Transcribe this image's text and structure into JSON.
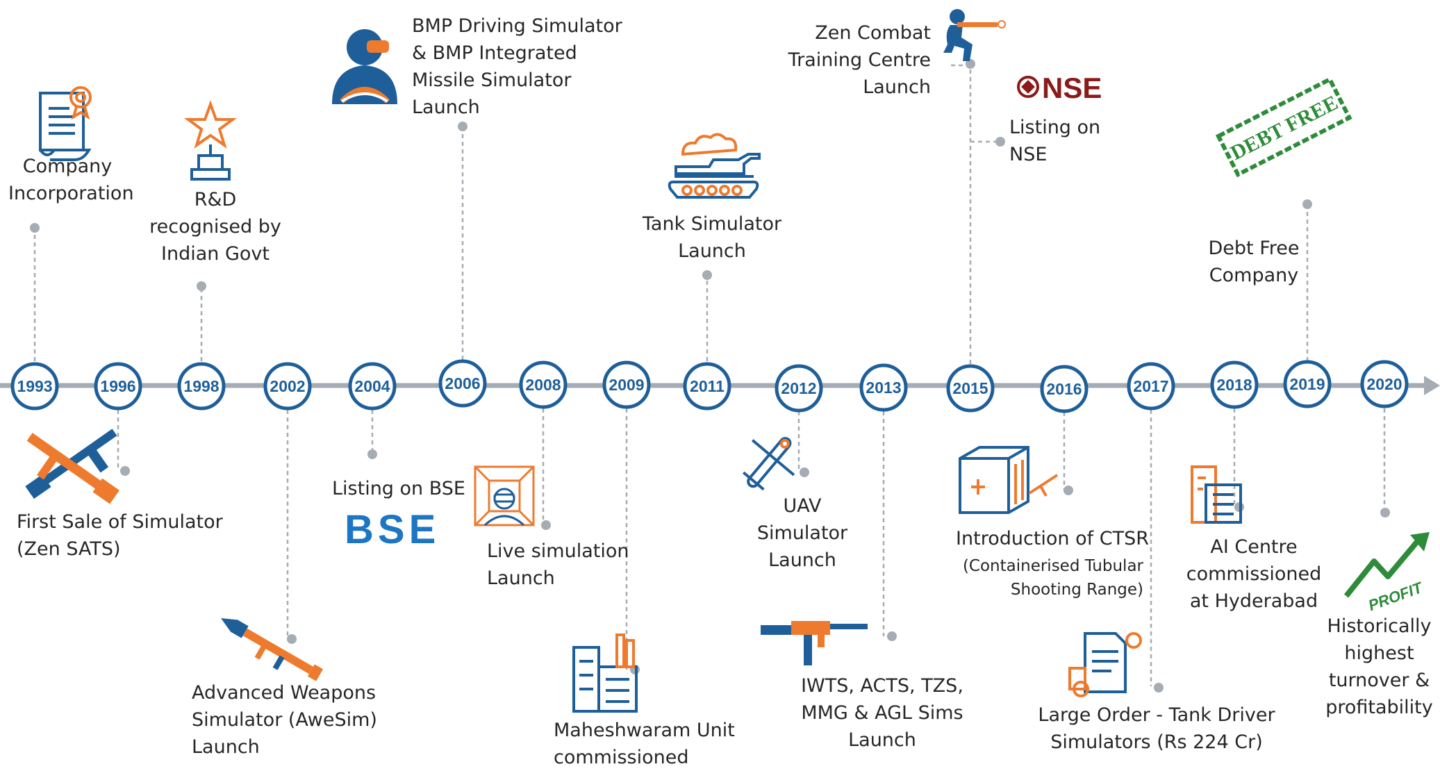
{
  "colors": {
    "blue": "#1E5F9A",
    "orange": "#EE7A2D",
    "grey": "#A6ACB3",
    "green": "#2E8B3A",
    "nse_red": "#8B1A1A",
    "bse_blue": "#1C76C4"
  },
  "timeline": {
    "years": [
      "1993",
      "1996",
      "1998",
      "2002",
      "2004",
      "2006",
      "2008",
      "2009",
      "2011",
      "2012",
      "2013",
      "2015",
      "2016",
      "2017",
      "2018",
      "2019",
      "2020"
    ]
  },
  "milestones": {
    "m1993": "Company\nIncorporation",
    "m1996": "First Sale of Simulator\n(Zen SATS)",
    "m1998": "R&D\nrecognised  by\nIndian Govt",
    "m2002": "Advanced Weapons\nSimulator (AweSim)\nLaunch",
    "m2004": "Listing on BSE",
    "m2006": "BMP Driving Simulator\n& BMP Integrated\nMissile Simulator\nLaunch",
    "m2008": "Live simulation\nLaunch",
    "m2009": "Maheshwaram Unit\ncommissioned",
    "m2011": "Tank Simulator\nLaunch",
    "m2012": "UAV\nSimulator\nLaunch",
    "m2013": "IWTS, ACTS, TZS,\nMMG & AGL Sims\nLaunch",
    "m2015a": "Zen Combat\nTraining Centre\nLaunch",
    "m2015b": "Listing on\nNSE",
    "m2016_title": "Introduction of CTSR",
    "m2016_sub": "(Containerised Tubular\nShooting Range)",
    "m2017": "Large Order - Tank Driver\nSimulators (Rs 224 Cr)",
    "m2018": "AI Centre\ncommissioned\nat Hyderabad",
    "m2019": "Debt Free\nCompany",
    "m2020": "Historically\nhighest\nturnover &\nprofitability"
  },
  "logos": {
    "nse": "NSE",
    "bse": "BSE",
    "debt_free": "DEBT FREE",
    "profit": "PROFIT"
  }
}
